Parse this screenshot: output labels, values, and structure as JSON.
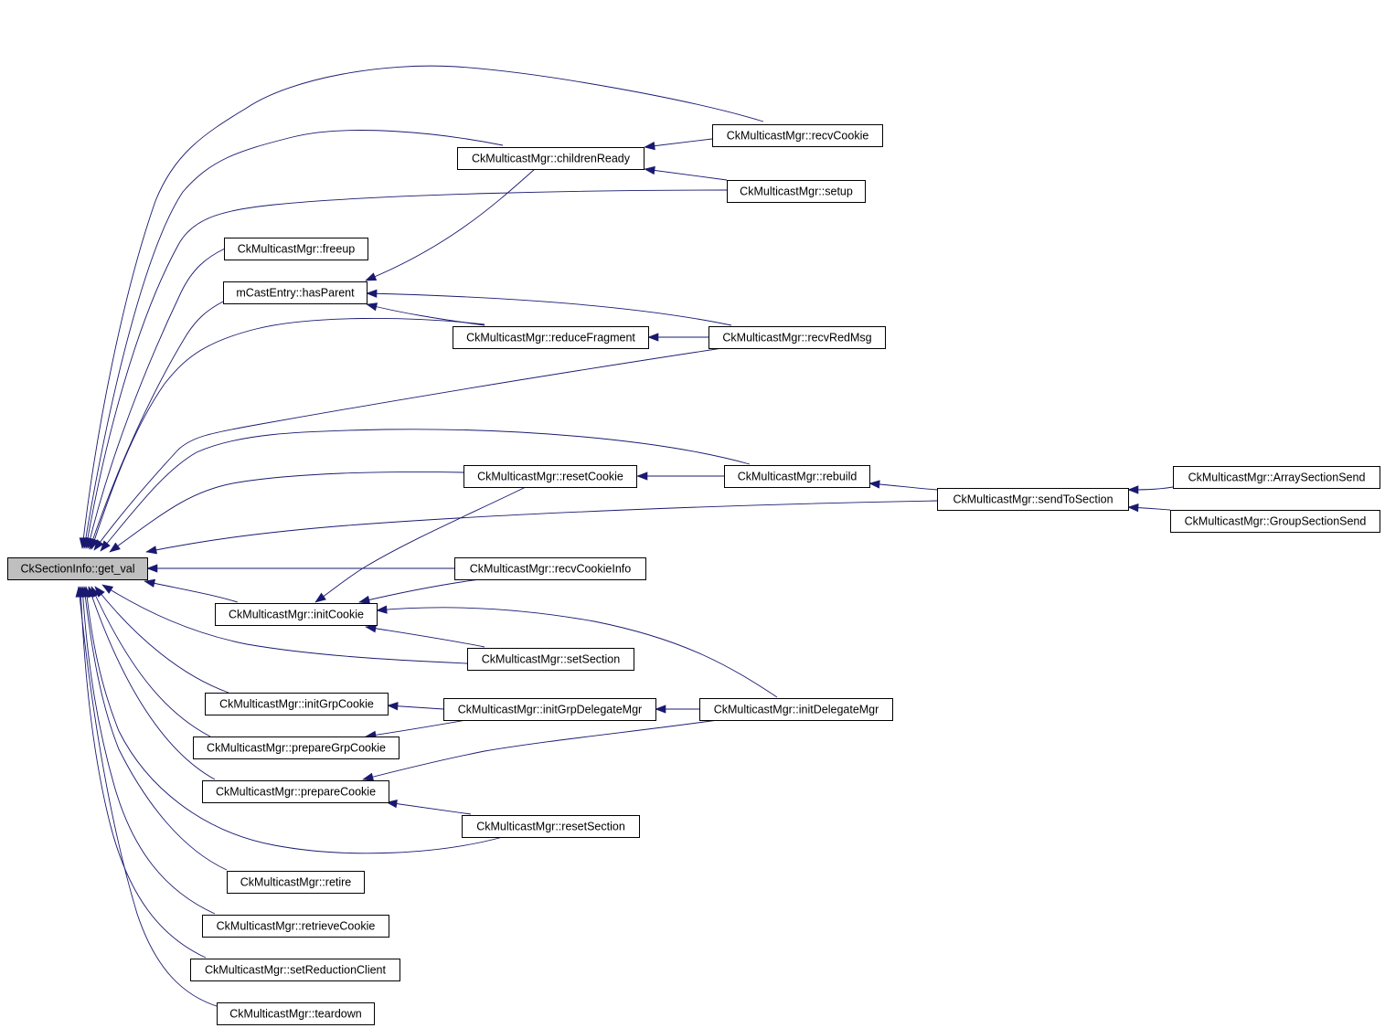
{
  "diagram": {
    "nodes": [
      {
        "id": "get_val",
        "label": "CkSectionInfo::get_val",
        "root": true
      },
      {
        "id": "recvCookie",
        "label": "CkMulticastMgr::recvCookie"
      },
      {
        "id": "childrenReady",
        "label": "CkMulticastMgr::childrenReady"
      },
      {
        "id": "setup",
        "label": "CkMulticastMgr::setup"
      },
      {
        "id": "freeup",
        "label": "CkMulticastMgr::freeup"
      },
      {
        "id": "hasParent",
        "label": "mCastEntry::hasParent"
      },
      {
        "id": "reduceFragment",
        "label": "CkMulticastMgr::reduceFragment"
      },
      {
        "id": "recvRedMsg",
        "label": "CkMulticastMgr::recvRedMsg"
      },
      {
        "id": "resetCookie",
        "label": "CkMulticastMgr::resetCookie"
      },
      {
        "id": "rebuild",
        "label": "CkMulticastMgr::rebuild"
      },
      {
        "id": "sendToSection",
        "label": "CkMulticastMgr::sendToSection"
      },
      {
        "id": "ArraySectionSend",
        "label": "CkMulticastMgr::ArraySectionSend"
      },
      {
        "id": "GroupSectionSend",
        "label": "CkMulticastMgr::GroupSectionSend"
      },
      {
        "id": "recvCookieInfo",
        "label": "CkMulticastMgr::recvCookieInfo"
      },
      {
        "id": "initCookie",
        "label": "CkMulticastMgr::initCookie"
      },
      {
        "id": "setSection",
        "label": "CkMulticastMgr::setSection"
      },
      {
        "id": "initGrpCookie",
        "label": "CkMulticastMgr::initGrpCookie"
      },
      {
        "id": "initGrpDelegateMgr",
        "label": "CkMulticastMgr::initGrpDelegateMgr"
      },
      {
        "id": "initDelegateMgr",
        "label": "CkMulticastMgr::initDelegateMgr"
      },
      {
        "id": "prepareGrpCookie",
        "label": "CkMulticastMgr::prepareGrpCookie"
      },
      {
        "id": "prepareCookie",
        "label": "CkMulticastMgr::prepareCookie"
      },
      {
        "id": "resetSection",
        "label": "CkMulticastMgr::resetSection"
      },
      {
        "id": "retire",
        "label": "CkMulticastMgr::retire"
      },
      {
        "id": "retrieveCookie",
        "label": "CkMulticastMgr::retrieveCookie"
      },
      {
        "id": "setReductionClient",
        "label": "CkMulticastMgr::setReductionClient"
      },
      {
        "id": "teardown",
        "label": "CkMulticastMgr::teardown"
      }
    ],
    "edges": [
      {
        "from": "recvCookie",
        "to": "get_val"
      },
      {
        "from": "childrenReady",
        "to": "get_val"
      },
      {
        "from": "setup",
        "to": "get_val"
      },
      {
        "from": "freeup",
        "to": "get_val"
      },
      {
        "from": "hasParent",
        "to": "get_val"
      },
      {
        "from": "reduceFragment",
        "to": "get_val"
      },
      {
        "from": "recvRedMsg",
        "to": "get_val"
      },
      {
        "from": "rebuild",
        "to": "get_val"
      },
      {
        "from": "resetCookie",
        "to": "get_val"
      },
      {
        "from": "sendToSection",
        "to": "get_val"
      },
      {
        "from": "recvCookieInfo",
        "to": "get_val"
      },
      {
        "from": "initCookie",
        "to": "get_val"
      },
      {
        "from": "setSection",
        "to": "get_val"
      },
      {
        "from": "initGrpCookie",
        "to": "get_val"
      },
      {
        "from": "prepareGrpCookie",
        "to": "get_val"
      },
      {
        "from": "prepareCookie",
        "to": "get_val"
      },
      {
        "from": "resetSection",
        "to": "get_val"
      },
      {
        "from": "retire",
        "to": "get_val"
      },
      {
        "from": "retrieveCookie",
        "to": "get_val"
      },
      {
        "from": "setReductionClient",
        "to": "get_val"
      },
      {
        "from": "teardown",
        "to": "get_val"
      },
      {
        "from": "recvCookie",
        "to": "childrenReady"
      },
      {
        "from": "setup",
        "to": "childrenReady"
      },
      {
        "from": "childrenReady",
        "to": "hasParent"
      },
      {
        "from": "recvRedMsg",
        "to": "hasParent"
      },
      {
        "from": "reduceFragment",
        "to": "hasParent"
      },
      {
        "from": "recvRedMsg",
        "to": "reduceFragment"
      },
      {
        "from": "rebuild",
        "to": "resetCookie"
      },
      {
        "from": "sendToSection",
        "to": "rebuild"
      },
      {
        "from": "ArraySectionSend",
        "to": "sendToSection"
      },
      {
        "from": "GroupSectionSend",
        "to": "sendToSection"
      },
      {
        "from": "resetCookie",
        "to": "initCookie"
      },
      {
        "from": "recvCookieInfo",
        "to": "initCookie"
      },
      {
        "from": "initDelegateMgr",
        "to": "initCookie"
      },
      {
        "from": "setSection",
        "to": "initCookie"
      },
      {
        "from": "initGrpDelegateMgr",
        "to": "initGrpCookie"
      },
      {
        "from": "initDelegateMgr",
        "to": "initGrpDelegateMgr"
      },
      {
        "from": "initGrpDelegateMgr",
        "to": "prepareGrpCookie"
      },
      {
        "from": "initDelegateMgr",
        "to": "prepareCookie"
      },
      {
        "from": "resetSection",
        "to": "prepareCookie"
      }
    ],
    "colors": {
      "edge": "#191970",
      "root_fill": "#bfbfbf",
      "node_fill": "#ffffff",
      "node_stroke": "#000000"
    }
  }
}
